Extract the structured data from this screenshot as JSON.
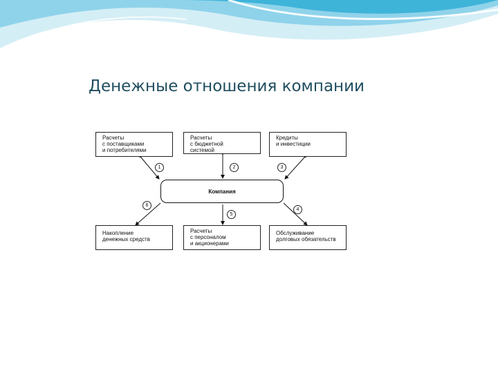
{
  "slide": {
    "title": "Денежные отношения компании"
  },
  "diagram": {
    "center": "Компания",
    "boxes": {
      "top_left": "Расчеты\nс поставщиками\nи потребителями",
      "top_mid": "Расчеты\nс бюджетной\nсистемой",
      "top_right": "Кредиты\nи инвестиции",
      "bottom_left": "Накопление\nденежных средств",
      "bottom_mid": "Расчеты\nс персоналом\nи акционерами",
      "bottom_right": "Обслуживание\nдолговых обязательств"
    },
    "numbers": [
      "1",
      "2",
      "3",
      "4",
      "5",
      "6"
    ]
  },
  "colors": {
    "wave_light": "#d4eef6",
    "wave_mid": "#8fd3ea",
    "wave_dark": "#3fb4d9",
    "title": "#1f4e5f"
  }
}
